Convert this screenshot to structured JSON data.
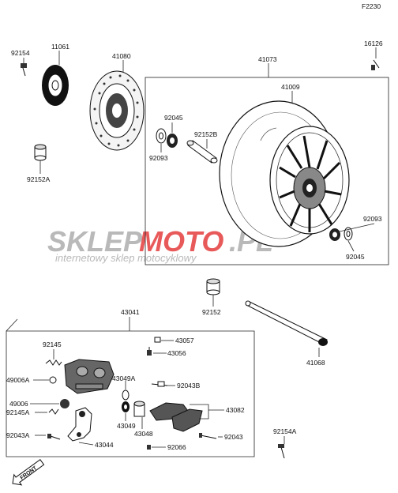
{
  "figure_code": "F2230",
  "watermark": {
    "brand_grey": "SKLEP",
    "brand_red": "MOTO",
    "brand_tail": ".PL",
    "tagline": "internetowy sklep motocyklowy",
    "grey": "#b9b9b9",
    "red": "#e85a5a"
  },
  "direction_label": "FRONT",
  "labels": {
    "p92154": "92154",
    "p11061": "11061",
    "p41080": "41080",
    "p41073": "41073",
    "p16126": "16126",
    "p41009": "41009",
    "p92045a": "92045",
    "p92152B": "92152B",
    "p92093a": "92093",
    "p92152A": "92152A",
    "p92093b": "92093",
    "p92045b": "92045",
    "p92152": "92152",
    "p41041": "43041",
    "p43057": "43057",
    "p43056": "43056",
    "p92145": "92145",
    "p49006A": "49006A",
    "p43049A": "43049A",
    "p92043B": "92043B",
    "p49006": "49006",
    "p92145A": "92145A",
    "p43082": "43082",
    "p43049": "43049",
    "p43048": "43048",
    "p41068": "41068",
    "p92043A": "92043A",
    "p43044": "43044",
    "p92043": "92043",
    "p92154A": "92154A",
    "p92066": "92066"
  }
}
